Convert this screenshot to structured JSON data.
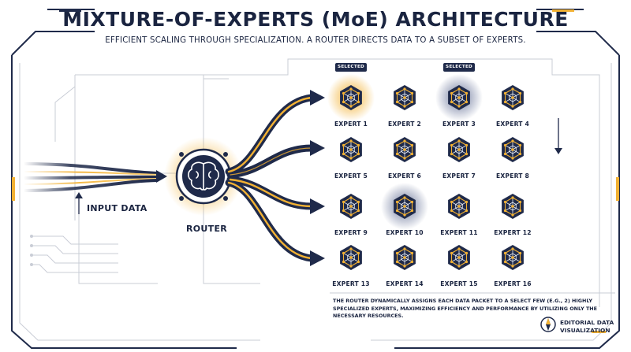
{
  "title": "MIXTURE-OF-EXPERTS (MoE) ARCHITECTURE",
  "subtitle": "EFFICIENT SCALING THROUGH SPECIALIZATION. A ROUTER DIRECTS DATA TO A SUBSET OF EXPERTS.",
  "input_label": "INPUT DATA",
  "router_label": "ROUTER",
  "selected_badge": "SELECTED",
  "experts": [
    {
      "label": "EXPERT 1",
      "selected": true
    },
    {
      "label": "EXPERT 2",
      "selected": false
    },
    {
      "label": "EXPERT 3",
      "selected": true
    },
    {
      "label": "EXPERT 4",
      "selected": false
    },
    {
      "label": "EXPERT 5",
      "selected": false
    },
    {
      "label": "EXPERT 6",
      "selected": false
    },
    {
      "label": "EXPERT 7",
      "selected": false
    },
    {
      "label": "EXPERT 8",
      "selected": false
    },
    {
      "label": "EXPERT 9",
      "selected": false
    },
    {
      "label": "EXPERT 10",
      "selected": true
    },
    {
      "label": "EXPERT 11",
      "selected": false
    },
    {
      "label": "EXPERT 12",
      "selected": false
    },
    {
      "label": "EXPERT 13",
      "selected": false
    },
    {
      "label": "EXPERT 14",
      "selected": false
    },
    {
      "label": "EXPERT 15",
      "selected": false
    },
    {
      "label": "EXPERT 16",
      "selected": false
    }
  ],
  "footnote": "THE ROUTER DYNAMICALLY ASSIGNS EACH DATA PACKET TO A SELECT FEW (E.G., 2) HIGHLY SPECIALIZED EXPERTS, MAXIMIZING EFFICIENCY AND PERFORMANCE BY UTILIZING ONLY THE NECESSARY RESOURCES.",
  "brand": "EDITORIAL DATA VISUALIZATION",
  "colors": {
    "navy": "#1f2a4a",
    "gold": "#f2b133",
    "glow": "#ffd27a",
    "line": "#d3d6dc"
  },
  "icons": {
    "router": "brain-icon",
    "expert": "network-hexagon-icon",
    "brand": "compass-icon"
  }
}
